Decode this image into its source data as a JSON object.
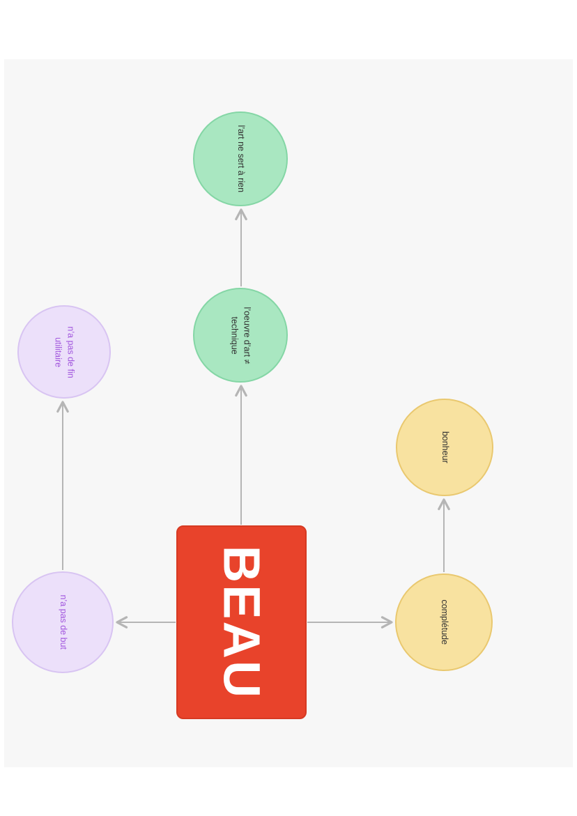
{
  "page": {
    "background": "#ffffff",
    "canvas_background": "#f7f7f7",
    "arrow_color": "#b5b5b5"
  },
  "diagram": {
    "center_node": {
      "id": "beau",
      "label": "BEAU",
      "fill": "#e8432b",
      "text_color": "#ffffff"
    },
    "nodes": [
      {
        "id": "l-art-ne-sert-a-rien",
        "label": "l’art ne sert à rien",
        "group": "green",
        "fill": "#a9e7c1",
        "border": "#84d6a5",
        "text_color": "#303030"
      },
      {
        "id": "l-oeuvre-d-art-technique",
        "label": "l’oeuvre d’art ≠ technique",
        "group": "green",
        "fill": "#a9e7c1",
        "border": "#84d6a5",
        "text_color": "#303030"
      },
      {
        "id": "n-a-pas-de-fin-utilitaire",
        "label": "n’a pas de fin utilitaire",
        "group": "purple",
        "fill": "#ece0fa",
        "border": "#d8c4f2",
        "text_color": "#a155dd"
      },
      {
        "id": "n-a-pas-de-but",
        "label": "n’a pas de but",
        "group": "purple",
        "fill": "#ece0fa",
        "border": "#d8c4f2",
        "text_color": "#a155dd"
      },
      {
        "id": "bonheur",
        "label": "bonheur",
        "group": "yellow",
        "fill": "#f8e2a0",
        "border": "#e9c86f",
        "text_color": "#303030"
      },
      {
        "id": "completude",
        "label": "complétude",
        "group": "yellow",
        "fill": "#f8e2a0",
        "border": "#e9c86f",
        "text_color": "#303030"
      }
    ],
    "edges": [
      {
        "from": "beau",
        "to": "l-oeuvre-d-art-technique"
      },
      {
        "from": "l-oeuvre-d-art-technique",
        "to": "l-art-ne-sert-a-rien"
      },
      {
        "from": "beau",
        "to": "n-a-pas-de-but"
      },
      {
        "from": "n-a-pas-de-but",
        "to": "n-a-pas-de-fin-utilitaire"
      },
      {
        "from": "beau",
        "to": "completude"
      },
      {
        "from": "completude",
        "to": "bonheur"
      }
    ]
  }
}
